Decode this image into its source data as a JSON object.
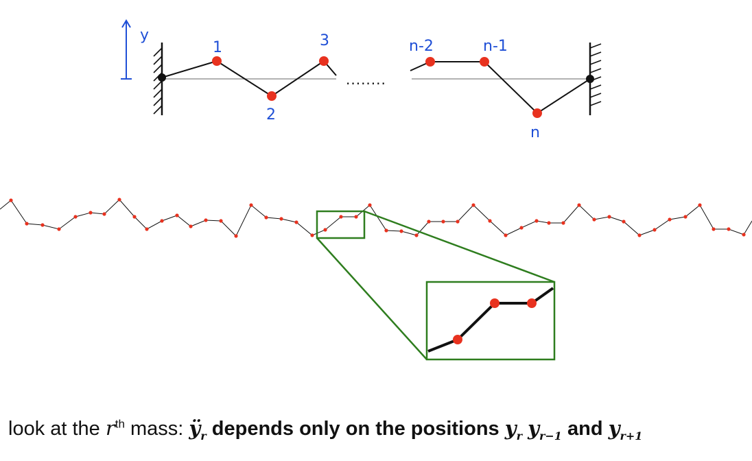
{
  "top_diagram": {
    "axis_label": "y",
    "labels": [
      "1",
      "2",
      "3",
      "n-2",
      "n-1",
      "n"
    ],
    "ellipsis": "........",
    "colors": {
      "mass": "#e8321f",
      "wall": "#111111",
      "string": "#111111",
      "ink": "#1f4fd6"
    }
  },
  "zoom": {
    "frame_color": "#2e7d1e"
  },
  "caption": {
    "pre": "look at the",
    "r": "r",
    "th": "th",
    "mid": " mass:  ",
    "yddot": "ÿ",
    "r2": "r",
    "depends": " depends only on the positions ",
    "y1": "y",
    "s1": "r",
    "y2": "y",
    "s2": "r−1",
    "and": " and ",
    "y3": "y",
    "s3": "r+1"
  }
}
